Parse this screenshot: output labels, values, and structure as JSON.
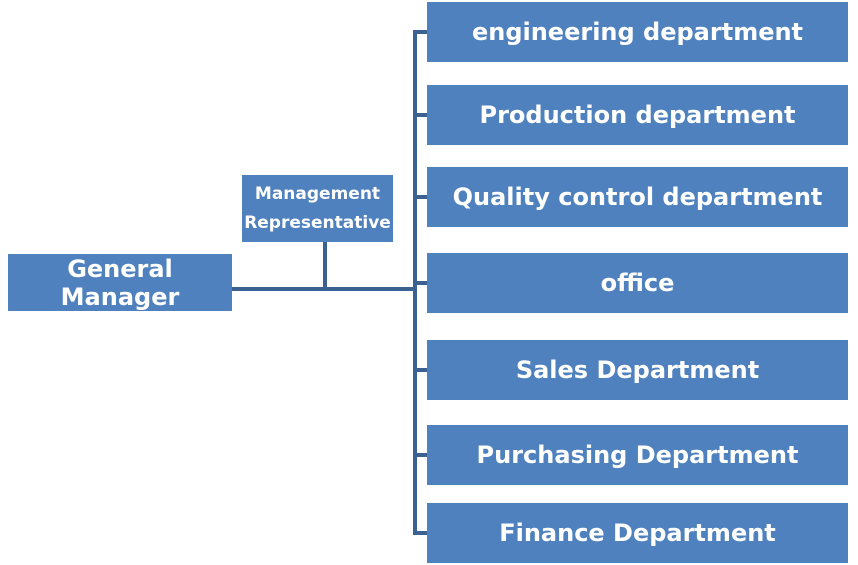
{
  "colors": {
    "box_fill": "#4E81BD",
    "line": "#3A6191",
    "text": "#FFFFFF",
    "background": "#FFFFFF"
  },
  "org_chart": {
    "root": {
      "label": "General Manager"
    },
    "staff": {
      "label_line1": "Management",
      "label_line2": "Representative"
    },
    "departments": [
      {
        "label": "engineering department"
      },
      {
        "label": "Production department"
      },
      {
        "label": "Quality control department"
      },
      {
        "label": "office"
      },
      {
        "label": "Sales Department"
      },
      {
        "label": "Purchasing Department"
      },
      {
        "label": "Finance Department"
      }
    ]
  }
}
